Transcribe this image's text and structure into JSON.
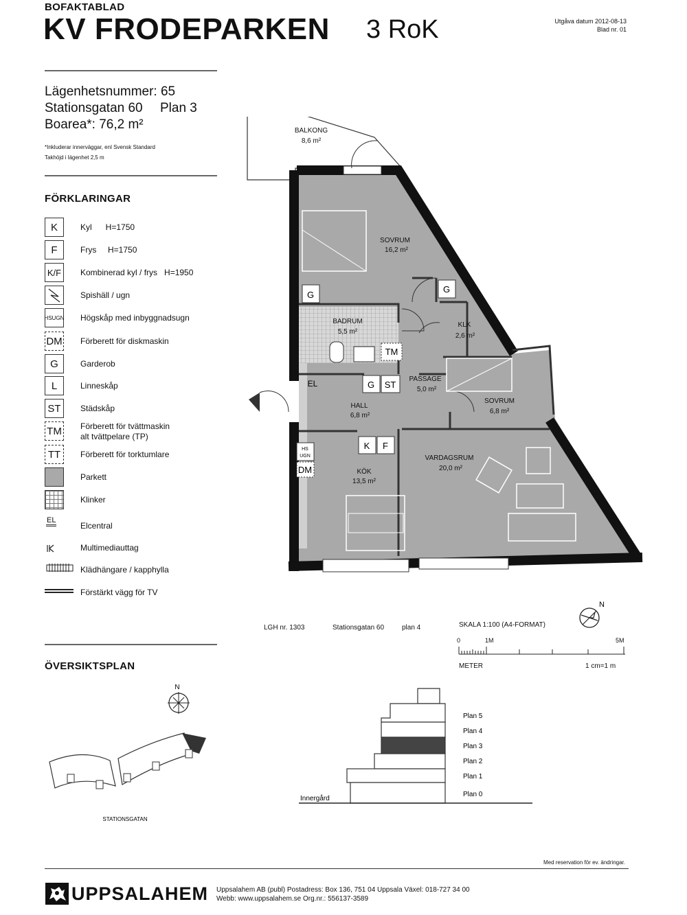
{
  "header": {
    "kicker": "BOFAKTABLAD",
    "title": "KV FRODEPARKEN",
    "rooms": "3 RoK",
    "issue_date": "Utgåva datum 2012-08-13",
    "sheet_no": "Blad nr. 01"
  },
  "apartment": {
    "number": "Lägenhetsnummer: 65",
    "address": "Stationsgatan 60",
    "floor": "Plan 3",
    "area": "Boarea*: 76,2 m²",
    "footnote1": "*Inkluderar innerväggar, enl Svensk Standard",
    "footnote2": "Takhöjd i lägenhet 2,5 m"
  },
  "legend": {
    "heading": "FÖRKLARINGAR",
    "items": [
      {
        "symbol": "K",
        "label": "Kyl      H=1750"
      },
      {
        "symbol": "F",
        "label": "Frys     H=1750"
      },
      {
        "symbol": "K/F",
        "label": "Kombinerad kyl / frys   H=1950"
      },
      {
        "symbol": "",
        "label": "Spishäll / ugn"
      },
      {
        "symbol": "HS UGN",
        "label": "Högskåp med inbyggnadsugn"
      },
      {
        "symbol": "DM",
        "label": "Förberett för diskmaskin"
      },
      {
        "symbol": "G",
        "label": "Garderob"
      },
      {
        "symbol": "L",
        "label": "Linneskåp"
      },
      {
        "symbol": "ST",
        "label": "Städskåp"
      },
      {
        "symbol": "TM",
        "label": "Förberett för tvättmaskin",
        "label2": "alt tvättpelare (TP)"
      },
      {
        "symbol": "TT",
        "label": "Förberett för torktumlare"
      },
      {
        "symbol": "",
        "label": "Parkett"
      },
      {
        "symbol": "",
        "label": "Klinker"
      },
      {
        "symbol": "EL",
        "label": "Elcentral"
      },
      {
        "symbol": "",
        "label": "Multimediauttag"
      },
      {
        "symbol": "",
        "label": "Klädhängare / kapphylla"
      },
      {
        "symbol": "",
        "label": "Förstärkt vägg för TV"
      }
    ]
  },
  "plan": {
    "rooms": [
      {
        "name": "BALKONG",
        "area": "8,6 m²"
      },
      {
        "name": "SOVRUM",
        "area": "16,2 m²"
      },
      {
        "name": "BADRUM",
        "area": "5,5 m²"
      },
      {
        "name": "KLK",
        "area": "2,6 m²"
      },
      {
        "name": "PASSAGE",
        "area": "5,0 m²"
      },
      {
        "name": "SOVRUM",
        "area": "6,8 m²"
      },
      {
        "name": "HALL",
        "area": "6,8 m²"
      },
      {
        "name": "KÖK",
        "area": "13,5 m²"
      },
      {
        "name": "VARDAGSRUM",
        "area": "20,0 m²"
      }
    ],
    "fixtures": {
      "g": "G",
      "tm": "TM",
      "st": "ST",
      "el": "EL",
      "k": "K",
      "f": "F",
      "hs": "HS",
      "ugn": "UGN",
      "dm": "DM"
    },
    "caption_lgh": "LGH nr. 1303",
    "caption_address": "Stationsgatan 60",
    "caption_plan": "plan 4"
  },
  "scale": {
    "label": "SKALA 1:100 (A4-FORMAT)",
    "tick0": "0",
    "tick1": "1M",
    "tick5": "5M",
    "unit": "METER",
    "ratio": "1 cm=1 m",
    "north": "N"
  },
  "overview": {
    "heading": "ÖVERSIKTSPLAN",
    "north": "N",
    "street": "STATIONSGATAN",
    "courtyard": "Innergård",
    "floors": [
      "Plan 5",
      "Plan 4",
      "Plan 3",
      "Plan 2",
      "Plan 1",
      "Plan 0"
    ],
    "highlighted_floor": "Plan 3"
  },
  "footer": {
    "reservation": "Med reservation för ev. ändringar.",
    "brand": "UPPSALAHEM",
    "company_line1": "Uppsalahem AB (publ)  Postadress: Box 136, 751 04 Uppsala  Växel: 018-727 34 00",
    "company_line2": "Webb: www.uppsalahem.se  Org.nr.: 556137-3589"
  }
}
